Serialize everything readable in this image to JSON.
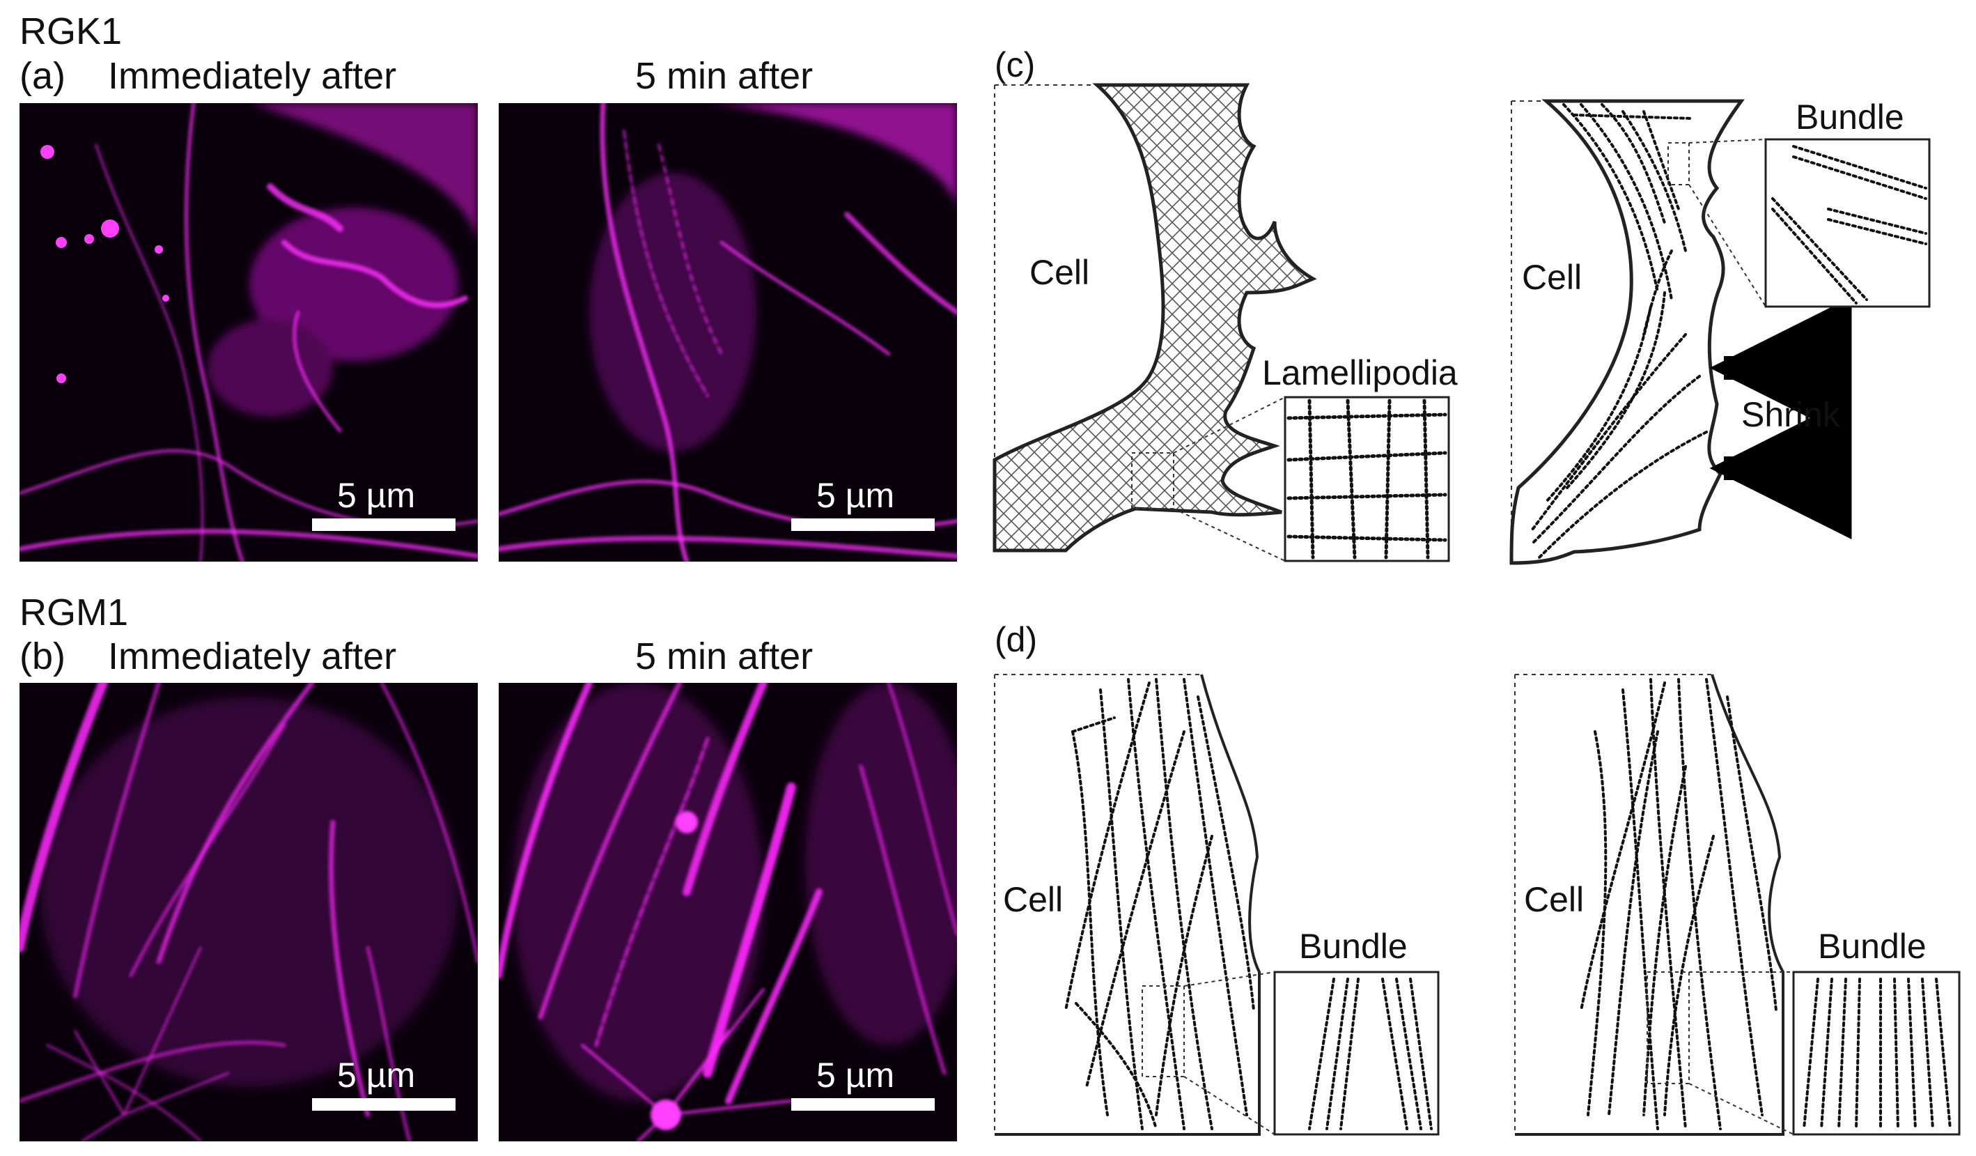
{
  "panel_a": {
    "group": "RGK1",
    "letter": "(a)",
    "left_title": "Immediately after",
    "right_title": "5 min after",
    "scale_label": "5 µm"
  },
  "panel_b": {
    "group": "RGM1",
    "letter": "(b)",
    "left_title": "Immediately after",
    "right_title": "5 min after",
    "scale_label": "5 µm"
  },
  "panel_c": {
    "letter": "(c)",
    "left_cell": "Cell",
    "inset_left": "Lamellipodia",
    "right_cell": "Cell",
    "inset_right": "Bundle",
    "arrow_label": "Shrink"
  },
  "panel_d": {
    "letter": "(d)",
    "left_cell": "Cell",
    "inset_left": "Bundle",
    "right_cell": "Cell",
    "inset_right": "Bundle"
  },
  "colors": {
    "stain": "#ff20ff",
    "background": "#0a000c",
    "line": "#111111"
  }
}
